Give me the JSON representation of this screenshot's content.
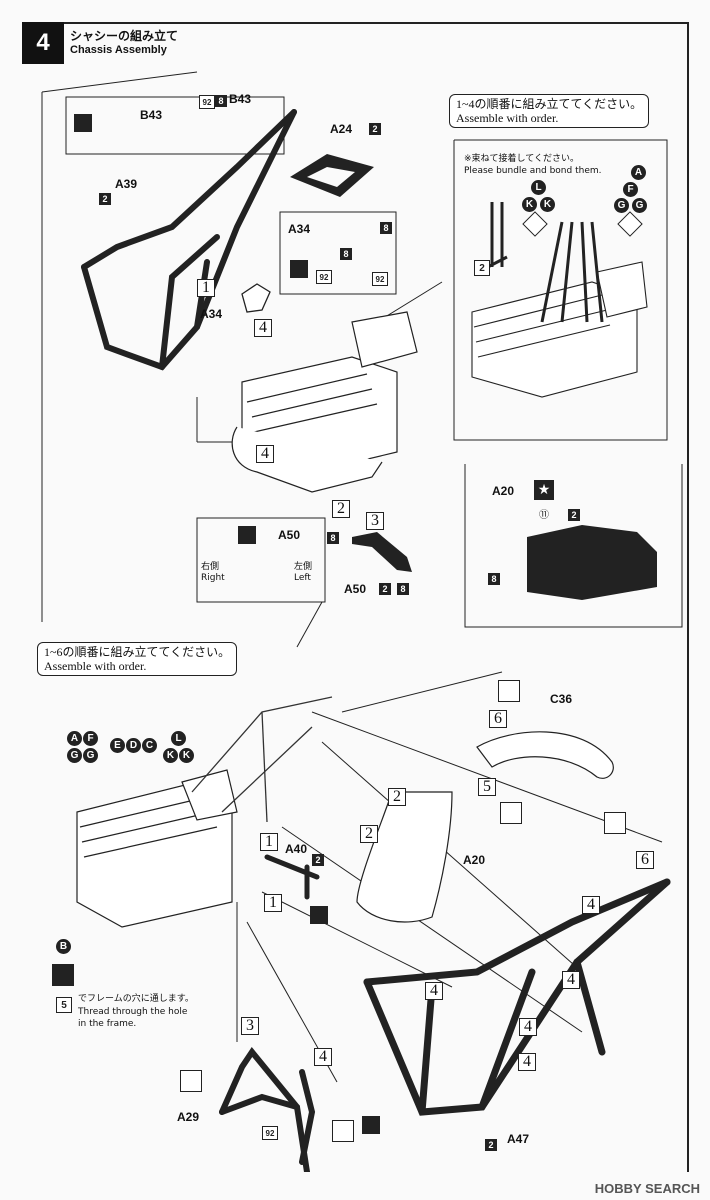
{
  "step": {
    "number": "4",
    "title_jp": "シャシーの組み立て",
    "title_en": "Chassis Assembly"
  },
  "top_note": {
    "jp": "1~4の順番に組み立ててください。",
    "en": "Assemble with order."
  },
  "bottom_note": {
    "jp": "1~6の順番に組み立ててください。",
    "en": "Assemble with order."
  },
  "bundle_note": {
    "jp": "※束ねて接着してください。",
    "en": "Please bundle and bond them."
  },
  "thread_note": {
    "num": "5",
    "jp": "でフレームの穴に通します。",
    "en1": "Thread through the hole",
    "en2": "in the frame."
  },
  "parts": {
    "b43": "B43",
    "a24": "A24",
    "a39": "A39",
    "a34": "A34",
    "a50": "A50",
    "a20": "A20",
    "c36": "C36",
    "a40": "A40",
    "a29": "A29",
    "a47": "A47"
  },
  "paints": {
    "p2": "2",
    "p8": "8",
    "p92": "92",
    "p11": "⑪"
  },
  "sides": {
    "right_jp": "右側",
    "right_en": "Right",
    "left_jp": "左側",
    "left_en": "Left"
  },
  "steps": {
    "s1": "1",
    "s2": "2",
    "s3": "3",
    "s4": "4",
    "s5": "5",
    "s6": "6"
  },
  "letters": {
    "a": "A",
    "b": "B",
    "c": "C",
    "d": "D",
    "e": "E",
    "f": "F",
    "g": "G",
    "k": "K",
    "l": "L"
  },
  "watermark": "HOBBY SEARCH",
  "colors": {
    "ink": "#222222",
    "paper": "#fafafa"
  }
}
